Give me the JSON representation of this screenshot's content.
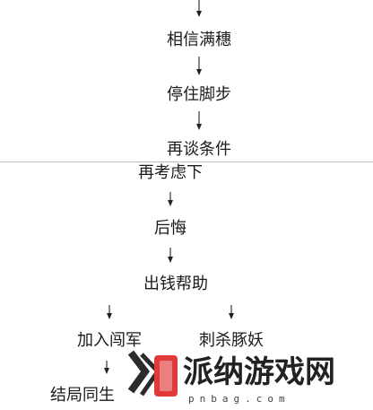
{
  "flow_top": {
    "nodes": [
      "相信满穗",
      "停住脚步",
      "再谈条件"
    ]
  },
  "flow_bottom": {
    "nodes": [
      "再考虑下",
      "后悔",
      "出钱帮助"
    ],
    "branch_left": [
      "加入闯军",
      "结局同生"
    ],
    "branch_right": [
      "刺杀豚妖"
    ]
  },
  "watermark": {
    "text": "派纳游戏网",
    "url": "pnbag.com",
    "colors": {
      "logo_dark": "#2b2b2b",
      "logo_red": "#e03a3a",
      "text": "#222222"
    }
  }
}
